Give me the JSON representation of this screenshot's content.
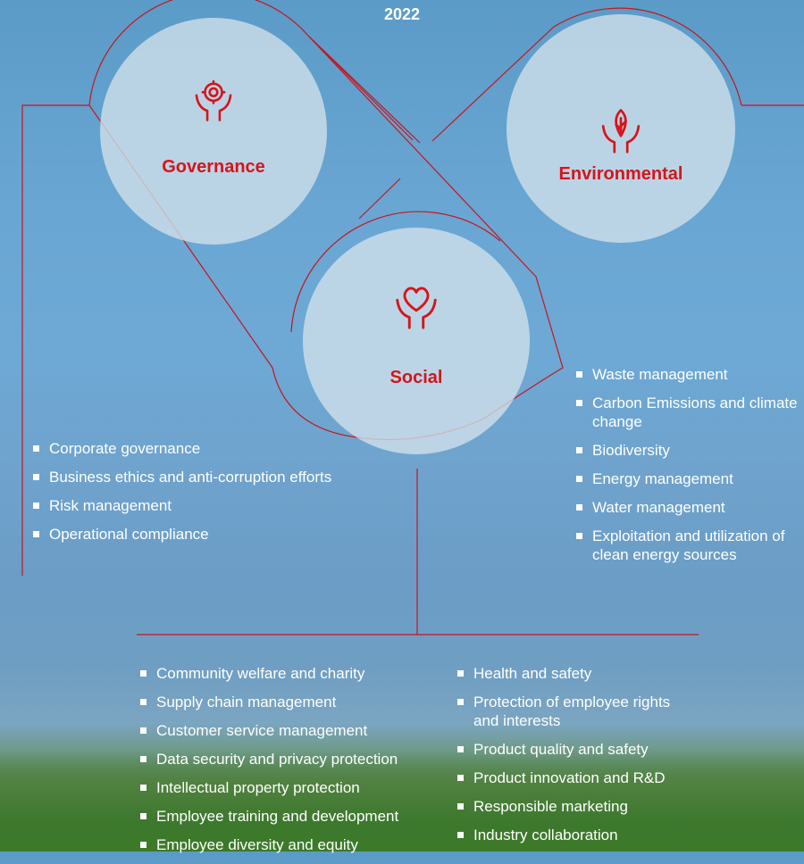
{
  "year": "2022",
  "colors": {
    "accent": "#d7141a",
    "text": "#ffffff"
  },
  "governance": {
    "label": "Governance",
    "icon": "gear-in-hands-icon",
    "items": [
      "Corporate governance",
      "Business ethics and anti-corruption efforts",
      "Risk management",
      "Operational compliance"
    ]
  },
  "environmental": {
    "label": "Environmental",
    "icon": "leaf-in-hands-icon",
    "items": [
      "Waste management",
      "Carbon Emissions and climate change",
      "Biodiversity",
      "Energy management",
      "Water management",
      "Exploitation and utilization of clean energy sources"
    ]
  },
  "social": {
    "label": "Social",
    "icon": "heart-in-hands-icon",
    "items_left": [
      "Community welfare and charity",
      "Supply chain management",
      "Customer service management",
      "Data security and privacy protection",
      "Intellectual property protection",
      "Employee training and development",
      "Employee diversity and equity"
    ],
    "items_right": [
      "Health and safety",
      "Protection of employee rights and interests",
      "Product quality and safety",
      "Product innovation and R&D",
      "Responsible marketing",
      "Industry collaboration"
    ]
  }
}
